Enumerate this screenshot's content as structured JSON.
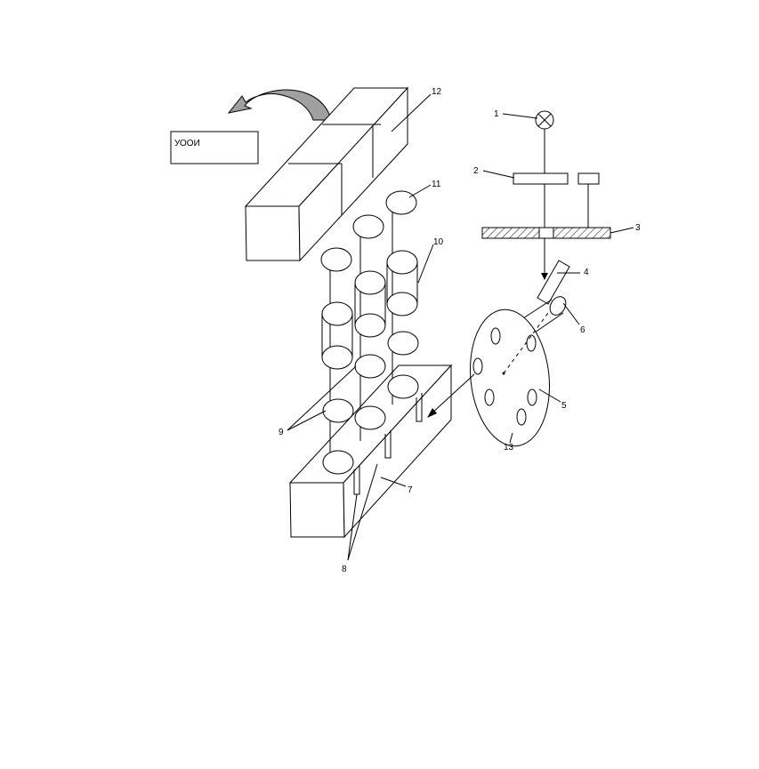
{
  "control_box_label": "УООИ",
  "callouts": {
    "n1": "1",
    "n2": "2",
    "n3": "3",
    "n4": "4",
    "n5": "5",
    "n6": "6",
    "n7": "7",
    "n8": "8",
    "n9": "9",
    "n10": "10",
    "n11": "11",
    "n12": "12",
    "n13": "13"
  },
  "colors": {
    "line": "#000000",
    "background": "#ffffff",
    "arrow_fill": "#a0a0a0"
  }
}
